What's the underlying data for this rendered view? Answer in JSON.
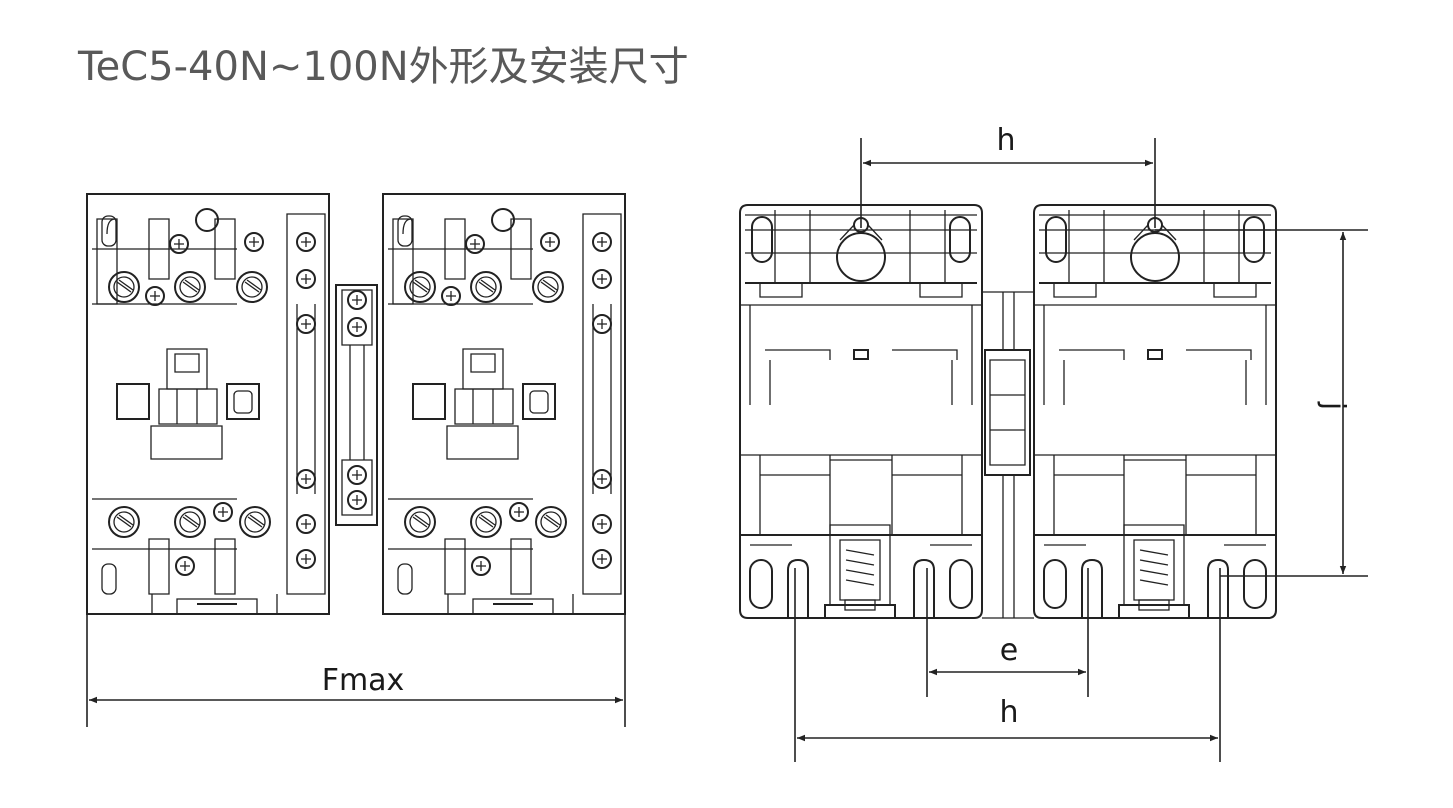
{
  "title": "TeC5-40N~100N外形及安装尺寸",
  "front_view": {
    "width_label": "Fmax"
  },
  "mounting_view": {
    "top_spacing_label": "h",
    "height_label": "j",
    "bottom_inner_label": "e",
    "bottom_spacing_label": "h"
  },
  "colors": {
    "line": "#222222",
    "title": "#595959",
    "background": "#ffffff"
  }
}
